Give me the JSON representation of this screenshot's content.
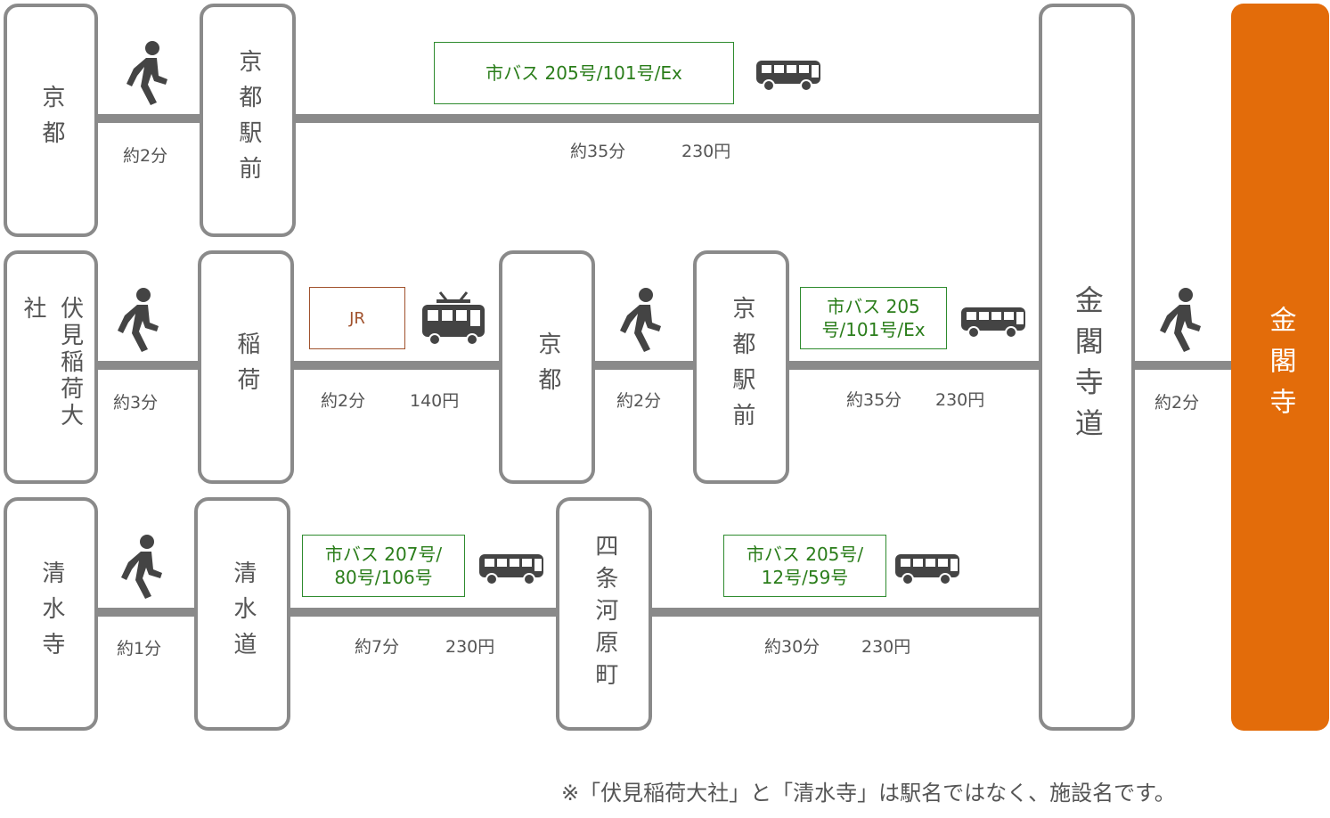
{
  "routes": {
    "kyoto": {
      "start": "京都",
      "walk_time": "約2分",
      "transfer": "京都駅前",
      "bus": "市バス 205号/101号/Ex",
      "time": "約35分",
      "fare": "230円"
    },
    "fushimi": {
      "start": "伏見稲荷大社",
      "walk_time": "約3分",
      "station1": "稲荷",
      "train": "JR",
      "train_time": "約2分",
      "train_fare": "140円",
      "station2": "京都",
      "walk2_time": "約2分",
      "station3": "京都駅前",
      "bus_line1": "市バス 205",
      "bus_line2": "号/101号/Ex",
      "bus_time": "約35分",
      "bus_fare": "230円"
    },
    "kiyomizu": {
      "start": "清水寺",
      "walk_time": "約1分",
      "station1": "清水道",
      "bus1_line1": "市バス 207号/",
      "bus1_line2": "80号/106号",
      "bus1_time": "約7分",
      "bus1_fare": "230円",
      "station2": "四条河原町",
      "bus2_line1": "市バス 205号/",
      "bus2_line2": "12号/59号",
      "bus2_time": "約30分",
      "bus2_fare": "230円"
    }
  },
  "final": {
    "stop": "金閣寺道",
    "walk_time": "約2分",
    "destination": "金閣寺"
  },
  "note": "※「伏見稲荷大社」と「清水寺」は駅名ではなく、施設名です。",
  "colors": {
    "line": "#8a8a8a",
    "destination": "#e36c0a",
    "bus_label": "#2a7d1a",
    "train_label": "#a0522d",
    "icon": "#444444"
  }
}
